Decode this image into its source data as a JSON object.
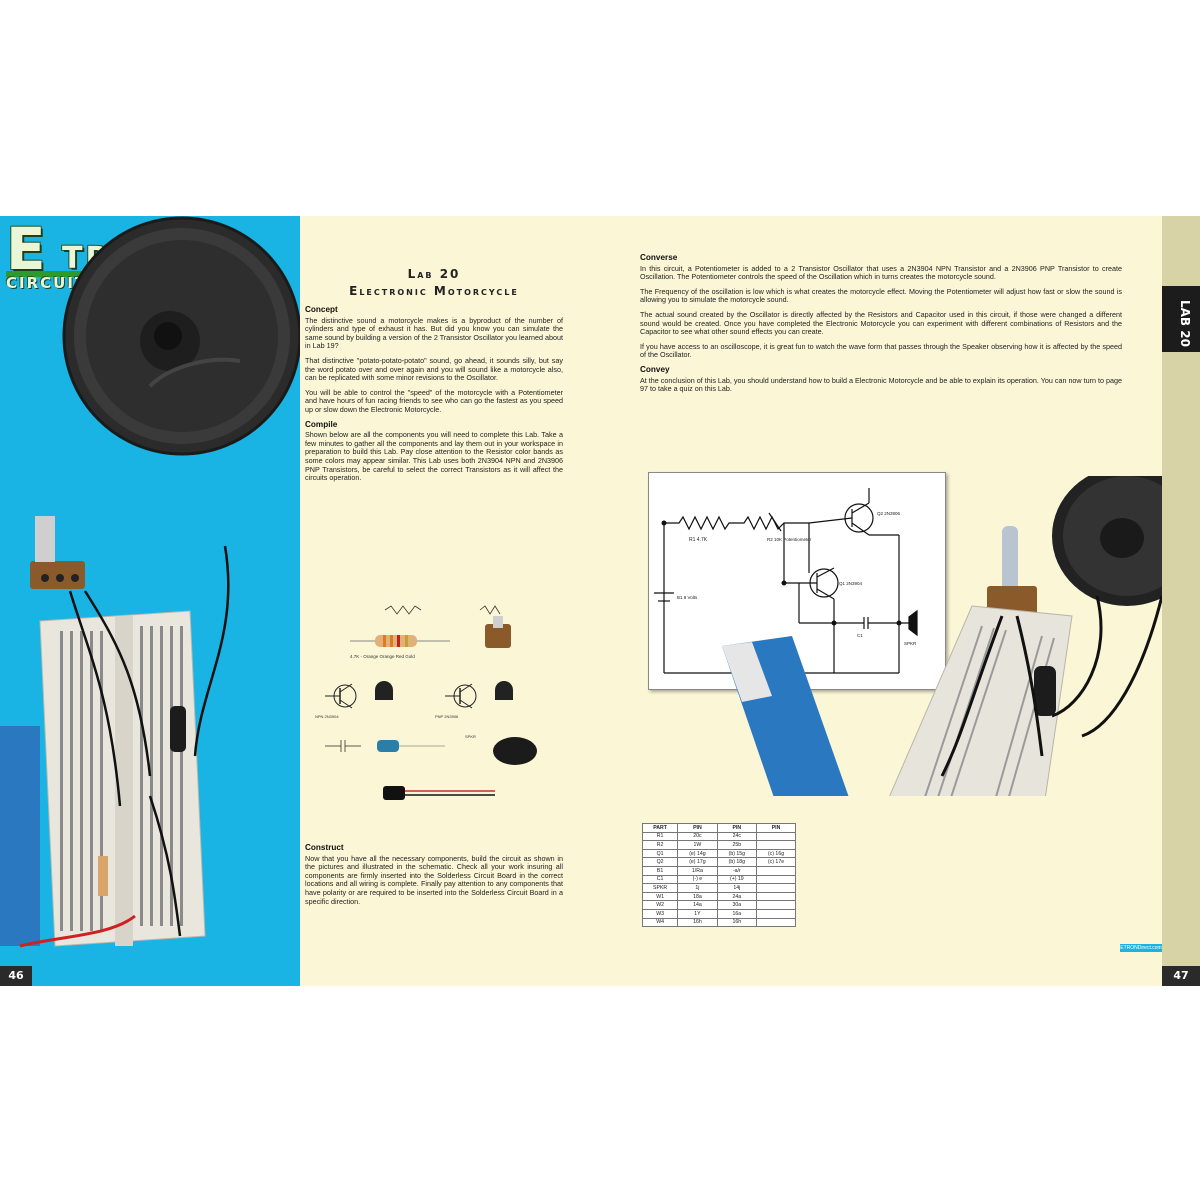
{
  "logo": {
    "e": "E",
    "tron": "TRON",
    "sub": "CIRCUIT LABS"
  },
  "page_left": "46",
  "page_right": "47",
  "side_tab": "LAB 20",
  "lab": {
    "title_line1": "Lab 20",
    "title_line2": "Electronic Motorcycle",
    "concept_heading": "Concept",
    "concept_p1": "The distinctive sound a motorcycle makes is a byproduct of the number of cylinders and type of exhaust it has. But did you know you can simulate the same sound by building a version of the 2 Transistor Oscillator you learned about in Lab 19?",
    "concept_p2": "That distinctive \"potato-potato-potato\" sound, go ahead, it sounds silly, but say the word potato over and over again and you will sound like a motorcycle also, can be replicated with some minor revisions to the Oscillator.",
    "concept_p3": "You will be able to control the \"speed\" of the motorcycle with a Potentiometer and have hours of fun racing friends to see who can go the fastest as you speed up or slow down the Electronic Motorcycle.",
    "compile_heading": "Compile",
    "compile_p1": "Shown below are all the components you will need to complete this Lab. Take a few minutes to gather all the components and lay them out in your workspace in preparation to build this Lab. Pay close attention to the Resistor color bands as some colors may appear similar. This Lab uses both 2N3904 NPN and 2N3906 PNP Transistors, be careful to select the correct Transistors as it will affect the circuits operation.",
    "construct_heading": "Construct",
    "construct_p1": "Now that you have all the necessary components, build the circuit as shown in the pictures and illustrated in the schematic. Check all your work insuring all components are firmly inserted into the Solderless Circuit Board in the correct locations and all wiring is complete. Finally pay attention to any components that have polarity or are required to be inserted into the Solderless Circuit Board in a specific direction.",
    "converse_heading": "Converse",
    "converse_p1": "In this circuit, a Potentiometer is added to a 2 Transistor Oscillator that uses a 2N3904 NPN Transistor and a 2N3906 PNP Transistor to create Oscillation. The Potentiometer controls the speed of the Oscillation which in turns creates the motorcycle sound.",
    "converse_p2": "The Frequency of the oscillation is low which is what creates the motorcycle effect. Moving the Potentiometer will adjust how fast or slow the sound is allowing you to simulate the motorcycle sound.",
    "converse_p3": "The actual sound created by the Oscillator is directly affected by the Resistors and Capacitor used in this circuit, if those were changed a different sound would be created. Once you have completed the Electronic Motorcycle you can experiment with different combinations of Resistors and the Capacitor to see what other sound effects you can create.",
    "converse_p4": "If you have access to an oscilloscope, it is great fun to watch the wave form that passes through the Speaker observing how it is affected by the speed of the Oscillator.",
    "convey_heading": "Convey",
    "convey_p1": "At the conclusion of this Lab, you should understand how to build a Electronic Motorcycle and be able to explain its operation. You can now turn to page 97 to take a quiz on this Lab."
  },
  "components": {
    "resistor_label": "4.7K - Orange Orange Red Gold",
    "npn_label": "NPN 2N3904",
    "pnp_label": "PNP 2N3906",
    "speaker_label": "SPKR"
  },
  "schematic": {
    "r1": "R1 4.7K",
    "pot": "R2 10K Potentiometer",
    "q1": "Q1 2N3904",
    "q2": "Q2 2N3906",
    "b1": "B1 9 Volts",
    "c1": "C1",
    "spkr": "SPKR"
  },
  "parts_table": {
    "headers": [
      "PART",
      "PIN",
      "PIN",
      "PIN"
    ],
    "rows": [
      [
        "R1",
        "20c",
        "24c",
        ""
      ],
      [
        "R2",
        "1W",
        "25b",
        ""
      ],
      [
        "Q1",
        "(e) 14g",
        "(b) 15g",
        "(c) 16g"
      ],
      [
        "Q2",
        "(e) 17g",
        "(b) 18g",
        "(c) 17e"
      ],
      [
        "B1",
        "1/Ra",
        "-a/r",
        ""
      ],
      [
        "C1",
        "(-) e",
        "(+) 19",
        ""
      ],
      [
        "SPKR",
        "1j",
        "14j",
        ""
      ],
      [
        "W1",
        "18a",
        "24a",
        ""
      ],
      [
        "W2",
        "14a",
        "30a",
        ""
      ],
      [
        "W3",
        "1Y",
        "16a",
        ""
      ],
      [
        "W4",
        "16h",
        "16h",
        ""
      ]
    ]
  },
  "link_tag": "ETRONDirect.com",
  "colors": {
    "blue_panel": "#19b4e3",
    "page_cream": "#fbf6d6",
    "strip": "#d7d3a6",
    "tab": "#1c1c1c"
  }
}
